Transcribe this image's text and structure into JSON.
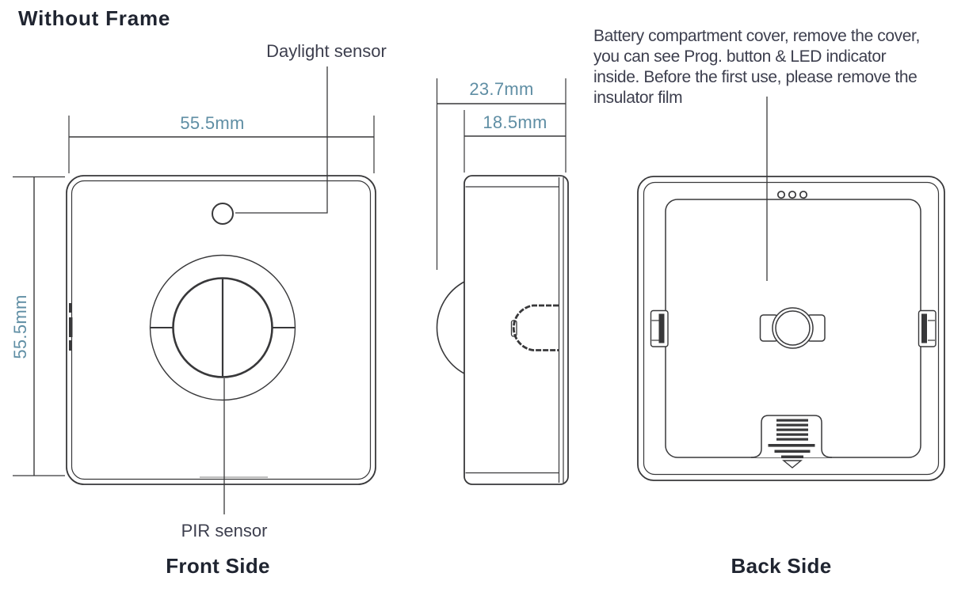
{
  "title": "Without Frame",
  "colors": {
    "line": "#38383a",
    "dim_text": "#5f8ea4",
    "label_text": "#3d3f4e",
    "heading_text": "#1f2430"
  },
  "front_view": {
    "caption": "Front Side",
    "width_dim": "55.5mm",
    "height_dim": "55.5mm",
    "daylight_sensor_label": "Daylight sensor",
    "pir_sensor_label": "PIR sensor"
  },
  "side_view": {
    "total_depth_dim": "23.7mm",
    "body_depth_dim": "18.5mm"
  },
  "back_view": {
    "caption": "Back Side",
    "note_lines": [
      "Battery compartment cover, remove the cover,",
      "you can see Prog. button & LED indicator",
      "inside. Before the first use, please remove the",
      "insulator film"
    ]
  }
}
